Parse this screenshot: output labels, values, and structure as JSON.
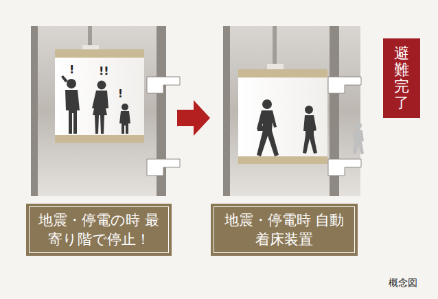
{
  "diagram": {
    "nodes": [
      {
        "text": [
          "地震・停電の時 最寄り階で停止！"
        ]
      },
      {
        "text": [
          "地震・停電時 自動着床装置"
        ]
      },
      {
        "text": [
          "避難完了"
        ]
      }
    ],
    "labels": [
      "!",
      "!!",
      "!",
      "概念図"
    ]
  }
}
